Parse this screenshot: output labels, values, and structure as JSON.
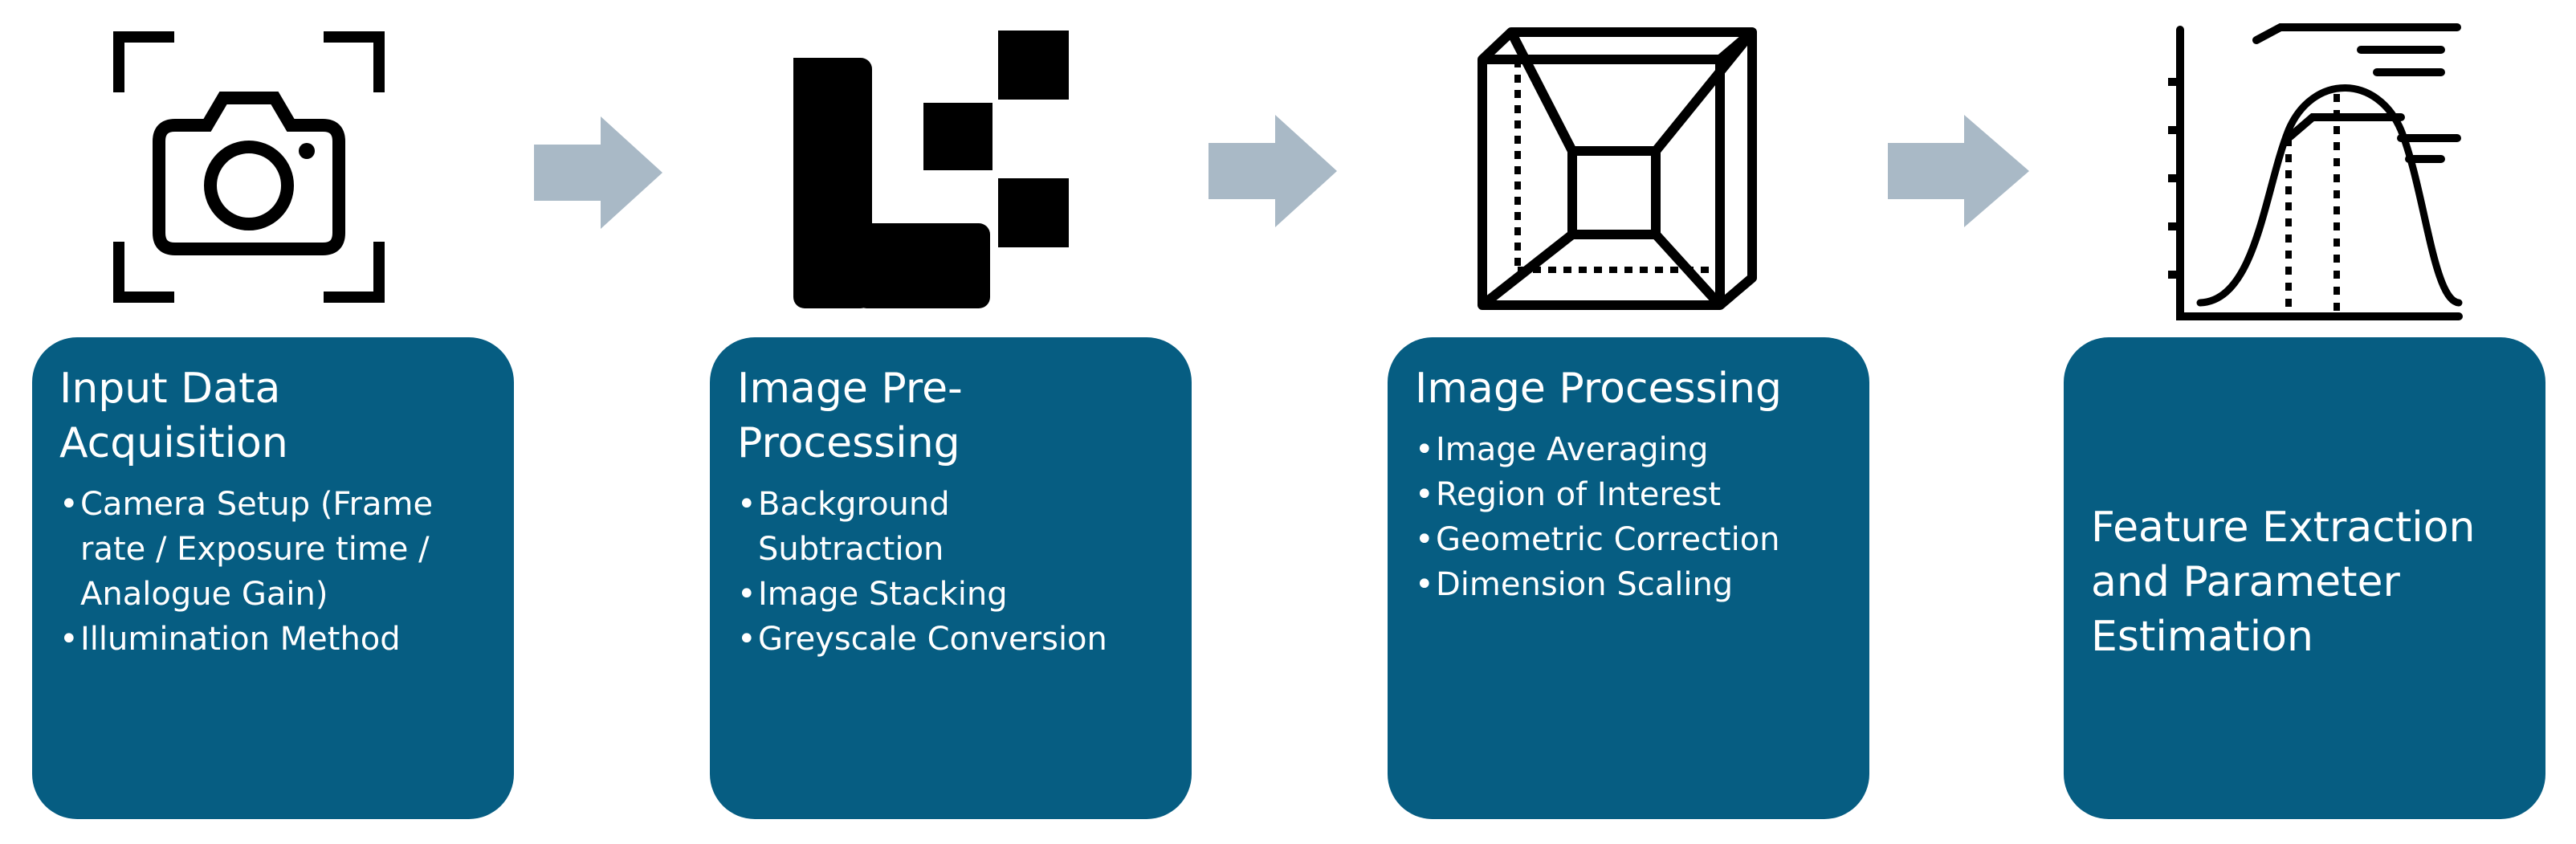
{
  "steps": [
    {
      "title_lines": [
        "Input Data",
        "Acquisition"
      ],
      "items": [
        [
          "Camera Setup (Frame",
          "rate / Exposure time /",
          "Analogue Gain)"
        ],
        [
          "Illumination Method"
        ]
      ],
      "icon": "camera-focus-icon"
    },
    {
      "title_lines": [
        "Image Pre-",
        "Processing"
      ],
      "items": [
        [
          "Background",
          "Subtraction"
        ],
        [
          "Image Stacking"
        ],
        [
          "Greyscale Conversion"
        ]
      ],
      "icon": "image-stacking-icon"
    },
    {
      "title_lines": [
        "Image Processing"
      ],
      "items": [
        [
          "Image Averaging"
        ],
        [
          "Region of Interest"
        ],
        [
          "Geometric Correction"
        ],
        [
          "Dimension Scaling"
        ]
      ],
      "icon": "wireframe-cube-icon"
    },
    {
      "title_lines": [
        "Feature Extraction",
        "and Parameter",
        "Estimation"
      ],
      "items": [],
      "icon": "distribution-curve-icon"
    }
  ],
  "colors": {
    "box": "#065d82",
    "arrow": "#a9b9c6",
    "icon": "#000000",
    "text": "#ffffff"
  }
}
